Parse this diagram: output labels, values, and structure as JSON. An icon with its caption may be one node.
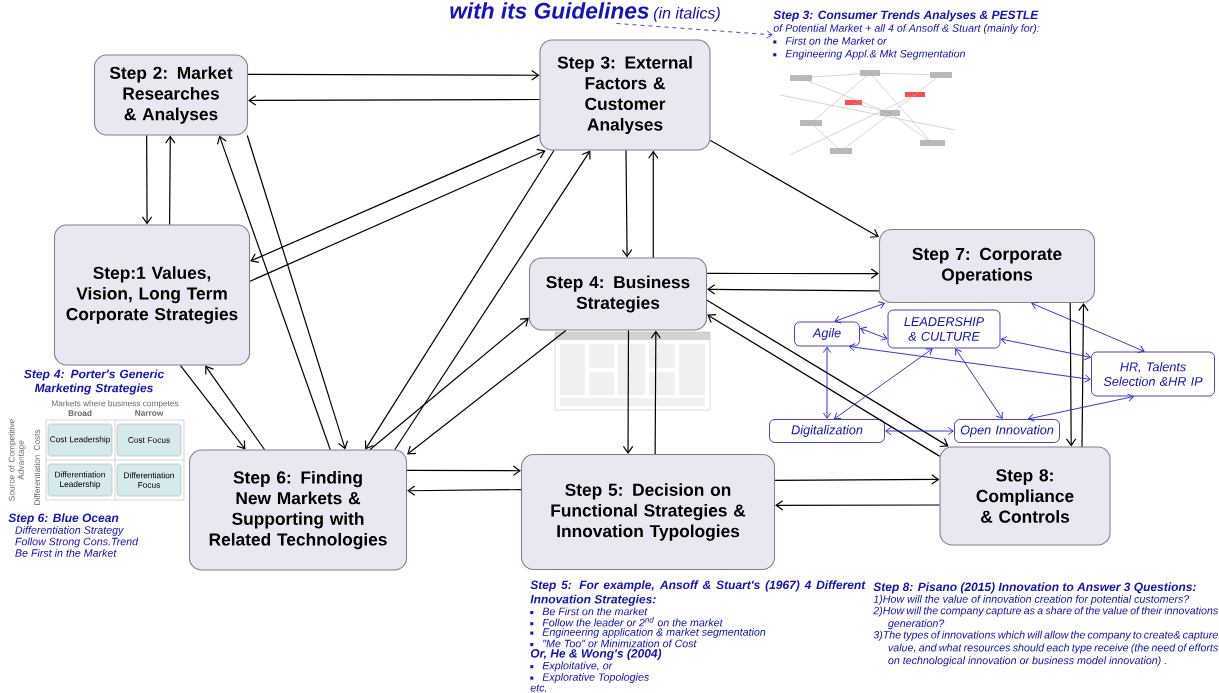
{
  "diagram": {
    "nodes": [
      {
        "text": [
          "with its Guidelines",
          "(in italics)"
        ]
      },
      {
        "text": [
          "Step 3: Consumer Trends Analyses & PESTLE",
          "of Potential Market + all 4 of Ansoff & Stuart (mainly for):",
          "First on the Market or",
          "Engineering Appl.& Mkt Segmentation"
        ]
      },
      {
        "text": [
          "Step 2: Market Researches & Analyses"
        ]
      },
      {
        "text": [
          "Step 3: External Factors & Customer Analyses"
        ]
      },
      {
        "text": [
          "Step:1 Values, Vision, Long Term Corporate Strategies"
        ]
      },
      {
        "text": [
          "Step 4: Business Strategies"
        ]
      },
      {
        "text": [
          "Step 7: Corporate Operations"
        ]
      },
      {
        "text": [
          "LEADERSHIP & CULTURE"
        ]
      },
      {
        "text": [
          "Agile"
        ]
      },
      {
        "text": [
          "HR, Talents Selection &HR IP"
        ]
      },
      {
        "text": [
          "Digitalization"
        ]
      },
      {
        "text": [
          "Open Innovation"
        ]
      },
      {
        "text": [
          "Step 6: Finding New Markets & Supporting with Related Technologies"
        ],
        "beside": [
          "Step 6: Blue Ocean",
          "Differentiation Strategy",
          "Follow Strong Cons.Trend",
          "Be First in the Market"
        ]
      },
      {
        "text": [
          "Step 5: Decision on Functional Strategies & Innovation Typologies"
        ],
        "beside": [
          "Step 5: For example, Ansoff & Stuart's (1967) 4 Different Innovation Strategies:",
          "Be First on the market",
          "Follow the leader or 2$^{nd}$ on the market",
          "Engineering application & market segmentation",
          "\"Me Too\" or Minimization of Cost",
          "Or, He & Wong's (2004)",
          "Exploitative, or",
          "Explorative Topologies",
          "etc."
        ]
      },
      {
        "text": [
          "Step 8: Compliance & Controls"
        ],
        "beside": [
          "Step 8: Pisano (2015) Innovation to Answer 3 Questions:",
          "1)How will the value of innovation creation for potential customers?",
          "2)How will the company capture as a share of the value of their innovations generation?",
          "3)The types of innovations which will allow the company to create& capture value, and what resources should each type receive (the need of efforts on technological innovation or business model innovation) ."
        ]
      }
    ],
    "edges": [
      {
        "from": 0,
        "to": 1,
        "arrow": "to",
        "style": "dashed",
        "color": "#3c3ccf"
      },
      {
        "from": 2,
        "to": 3,
        "arrow": "to"
      },
      {
        "from": 3,
        "to": 2,
        "arrow": "to"
      },
      {
        "from": 2,
        "to": 4,
        "arrow": "to"
      },
      {
        "from": 4,
        "to": 2,
        "arrow": "to"
      },
      {
        "from": 12,
        "to": 2,
        "arrow": "to"
      },
      {
        "from": 2,
        "to": 12,
        "arrow": "to"
      },
      {
        "from": 3,
        "to": 4,
        "arrow": "to"
      },
      {
        "from": 4,
        "to": 3,
        "arrow": "to"
      },
      {
        "from": 3,
        "to": 12,
        "arrow": "to"
      },
      {
        "from": 12,
        "to": 3,
        "arrow": "to"
      },
      {
        "from": 3,
        "to": 5,
        "arrow": "to"
      },
      {
        "from": 5,
        "to": 3,
        "arrow": "to"
      },
      {
        "from": 3,
        "to": 6,
        "arrow": "to"
      },
      {
        "from": 5,
        "to": 6,
        "arrow": "to"
      },
      {
        "from": 6,
        "to": 5,
        "arrow": "to"
      },
      {
        "from": 4,
        "to": 12,
        "arrow": "to"
      },
      {
        "from": 12,
        "to": 4,
        "arrow": "to"
      },
      {
        "from": 12,
        "to": 5,
        "arrow": "to"
      },
      {
        "from": 5,
        "to": 12,
        "arrow": "to"
      },
      {
        "from": 5,
        "to": 13,
        "arrow": "to"
      },
      {
        "from": 13,
        "to": 5,
        "arrow": "to"
      },
      {
        "from": 12,
        "to": 13,
        "arrow": "to"
      },
      {
        "from": 13,
        "to": 12,
        "arrow": "to"
      },
      {
        "from": 13,
        "to": 14,
        "arrow": "to"
      },
      {
        "from": 14,
        "to": 13,
        "arrow": "to"
      },
      {
        "from": 5,
        "to": 14,
        "arrow": "to"
      },
      {
        "from": 14,
        "to": 5,
        "arrow": "to"
      },
      {
        "from": 6,
        "to": 14,
        "arrow": "to"
      },
      {
        "from": 14,
        "to": 6,
        "arrow": "to"
      },
      {
        "from": 8,
        "to": 6,
        "arrow": "both",
        "color": "#2b2bc8"
      },
      {
        "from": 9,
        "to": 6,
        "arrow": "both",
        "color": "#2b2bc8"
      },
      {
        "from": 7,
        "to": 9,
        "arrow": "both",
        "color": "#2b2bc8"
      },
      {
        "from": 8,
        "to": 7,
        "arrow": "both",
        "color": "#2b2bc8"
      },
      {
        "from": 8,
        "to": 9,
        "arrow": "both",
        "color": "#2b2bc8"
      },
      {
        "from": 7,
        "to": 10,
        "arrow": "both",
        "color": "#2b2bc8"
      },
      {
        "from": 7,
        "to": 11,
        "arrow": "both",
        "color": "#2b2bc8"
      },
      {
        "from": 8,
        "to": 10,
        "arrow": "both",
        "color": "#2b2bc8"
      },
      {
        "from": 10,
        "to": 11,
        "arrow": "both",
        "color": "#2b2bc8"
      },
      {
        "from": 11,
        "to": 9,
        "arrow": "both",
        "color": "#2b2bc8"
      }
    ],
    "labels": [
      "Step 4: Porter's Generic Marketing Strategies",
      "Markets where business competes",
      "Broad",
      "Narrow",
      "Source of Competitive Advantage",
      "Costs",
      "Cost Leadership",
      "Cost Focus",
      "Differentiation",
      "Differentiation Leadership",
      "Differentiation Focus"
    ]
  }
}
